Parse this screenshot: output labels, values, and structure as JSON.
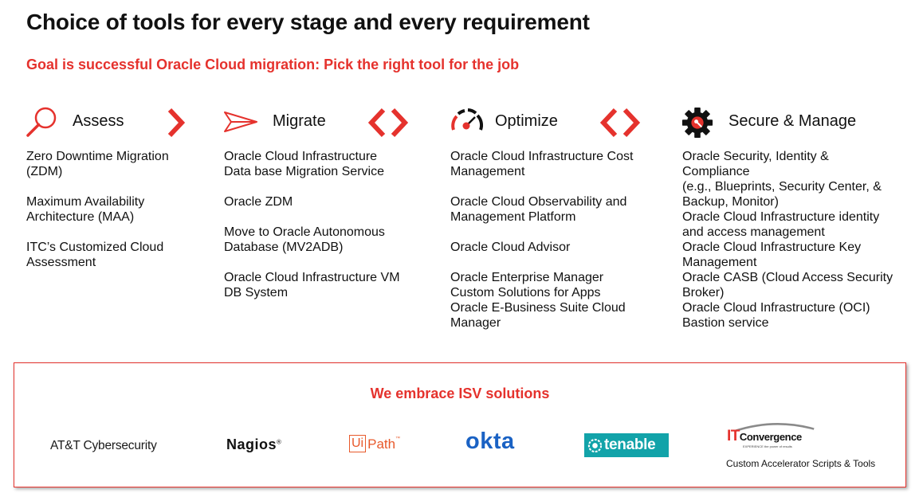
{
  "title": "Choice of tools for every stage and every requirement",
  "subtitle": "Goal is successful Oracle Cloud migration: Pick the right tool for the job",
  "stages": [
    {
      "name": "Assess",
      "icon": "magnifier-icon",
      "items": [
        "Zero Downtime Migration (ZDM)",
        "Maximum Availability Architecture (MAA)",
        "ITC’s Customized Cloud Assessment"
      ]
    },
    {
      "name": "Migrate",
      "icon": "paper-plane-icon",
      "items": [
        "Oracle Cloud Infrastructure Data base Migration Service",
        "Oracle ZDM",
        "Move to Oracle Autonomous Database (MV2ADB)",
        "Oracle Cloud Infrastructure VM DB System"
      ]
    },
    {
      "name": "Optimize",
      "icon": "speedometer-icon",
      "items": [
        "Oracle Cloud Infrastructure Cost Management",
        "Oracle Cloud Observability and Management Platform",
        "Oracle Cloud Advisor",
        "Oracle Enterprise Manager Custom Solutions for Apps",
        "Oracle E-Business Suite Cloud Manager"
      ]
    },
    {
      "name": "Secure & Manage",
      "icon": "gear-icon",
      "items": [
        "Oracle Security, Identity & Compliance",
        "(e.g., Blueprints, Security Center, & Backup, Monitor)",
        "Oracle Cloud Infrastructure identity and access management",
        "Oracle Cloud Infrastructure Key Management",
        "Oracle CASB (Cloud Access Security Broker)",
        "Oracle Cloud Infrastructure (OCI) Bastion service"
      ]
    }
  ],
  "isv": {
    "title": "We embrace ISV solutions",
    "logos": {
      "att": "AT&T Cybersecurity",
      "nagios": "Nagios",
      "nagios_mark": "®",
      "uipath_ui": "Ui",
      "uipath_path": "Path",
      "uipath_mark": "™",
      "okta": "okta",
      "tenable": "tenable",
      "itc_it": "IT",
      "itc_convergence": "Convergence",
      "itc_tagline": "EXPERIENCE the power of results",
      "itc_caption": "Custom Accelerator Scripts & Tools"
    }
  },
  "colors": {
    "accent": "#e5322d",
    "okta": "#1a62c4",
    "tenable": "#12a3a9",
    "uipath": "#e8592b"
  }
}
